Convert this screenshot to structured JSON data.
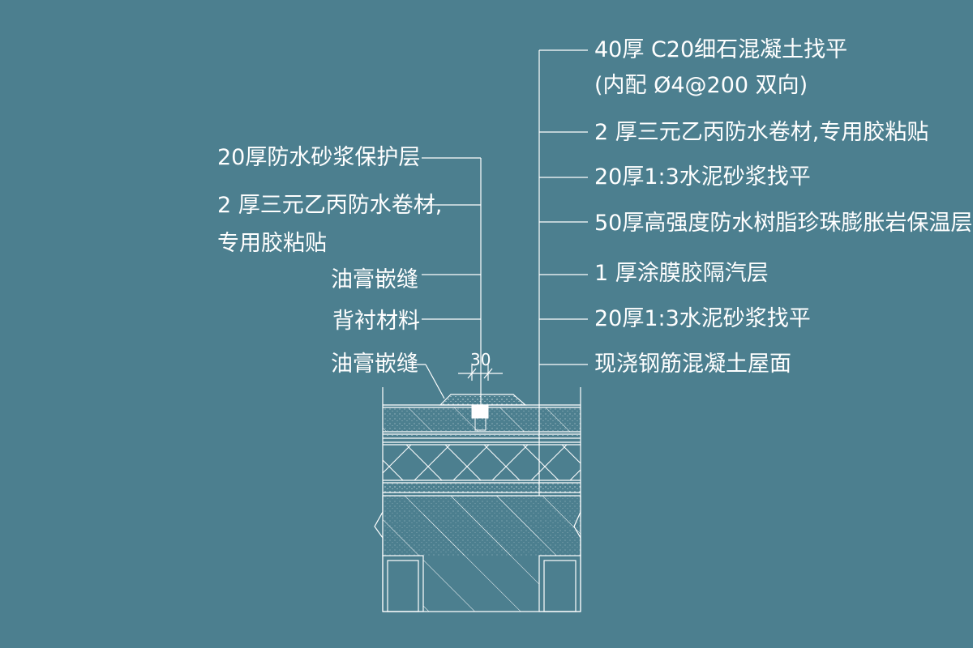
{
  "colors": {
    "background": "#4c7f8f",
    "line": "#ffffff"
  },
  "right_labels": [
    "40厚 C20细石混凝土找平",
    "(内配 Ø4@200 双向)",
    "2 厚三元乙丙防水卷材,专用胶粘贴",
    "20厚1:3水泥砂浆找平",
    "50厚高强度防水树脂珍珠膨胀岩保温层",
    "1 厚涂膜胶隔汽层",
    "20厚1:3水泥砂浆找平",
    "现浇钢筋混凝土屋面"
  ],
  "left_labels": [
    "20厚防水砂浆保护层",
    "2 厚三元乙丙防水卷材,",
    "专用胶粘贴",
    "油膏嵌缝",
    "背衬材料",
    "油膏嵌缝"
  ],
  "dimension": "30"
}
